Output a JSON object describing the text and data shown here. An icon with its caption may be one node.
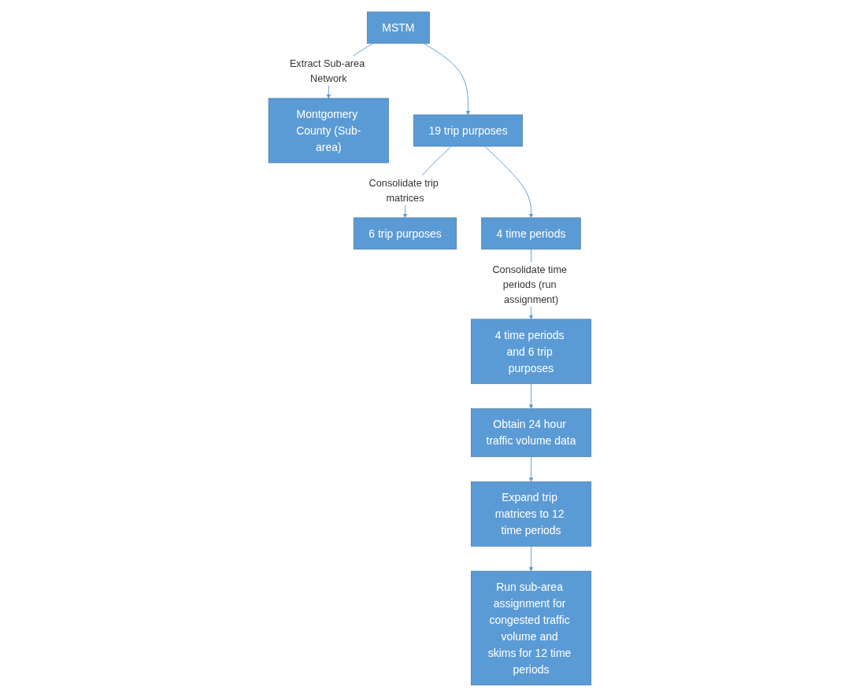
{
  "diagram": {
    "nodes": [
      {
        "text": [
          "MSTM"
        ]
      },
      {
        "text": [
          "Montgomery County (Sub-area)"
        ]
      },
      {
        "text": [
          "19 trip purposes"
        ]
      },
      {
        "text": [
          "6 trip purposes"
        ]
      },
      {
        "text": [
          "4 time periods"
        ]
      },
      {
        "text": [
          "4 time periods and 6 trip purposes"
        ]
      },
      {
        "text": [
          "Obtain 24 hour traffic volume data"
        ]
      },
      {
        "text": [
          "Expand trip matrices to 12 time periods"
        ]
      },
      {
        "text": [
          "Run sub-area assignment for congested traffic volume and skims for 12 time periods"
        ]
      }
    ],
    "edges": [
      {
        "from": 0,
        "to": 1,
        "arrow": "to",
        "label": "Extract Sub-area Network"
      },
      {
        "from": 0,
        "to": 2,
        "arrow": "to"
      },
      {
        "from": 2,
        "to": 3,
        "arrow": "to",
        "label": "Consolidate trip matrices"
      },
      {
        "from": 2,
        "to": 4,
        "arrow": "to"
      },
      {
        "from": 4,
        "to": 5,
        "arrow": "to",
        "label": "Consolidate time periods (run assignment)"
      },
      {
        "from": 5,
        "to": 6,
        "arrow": "to"
      },
      {
        "from": 6,
        "to": 7,
        "arrow": "to"
      },
      {
        "from": 7,
        "to": 8,
        "arrow": "to"
      }
    ]
  }
}
